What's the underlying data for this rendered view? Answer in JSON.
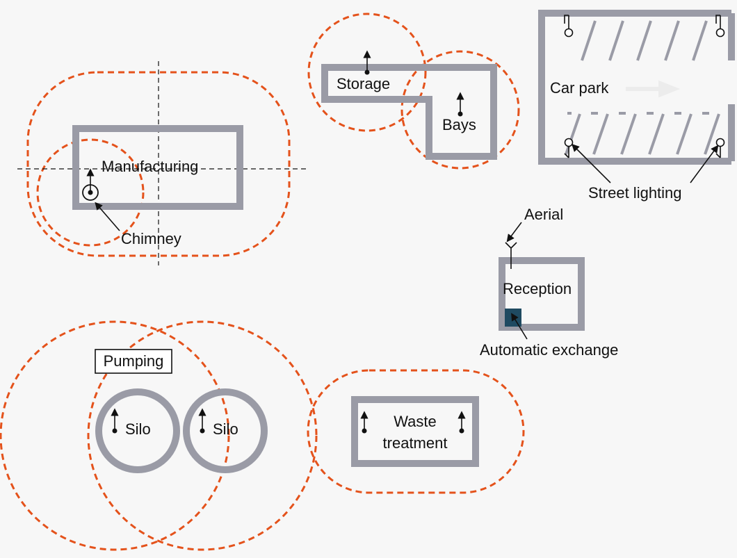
{
  "labels": {
    "manufacturing": "Manufacturing",
    "chimney": "Chimney",
    "storage": "Storage",
    "bays": "Bays",
    "car_park": "Car park",
    "street_lighting": "Street lighting",
    "aerial": "Aerial",
    "reception": "Reception",
    "automatic_exchange": "Automatic exchange",
    "pumping": "Pumping",
    "silo_1": "Silo",
    "silo_2": "Silo",
    "waste_line_1": "Waste",
    "waste_line_2": "treatment"
  },
  "colors": {
    "building_outline": "#9a9ba6",
    "protection_zone": "#e4521b",
    "exchange_box": "#1f4a61",
    "background": "#f7f7f7"
  }
}
